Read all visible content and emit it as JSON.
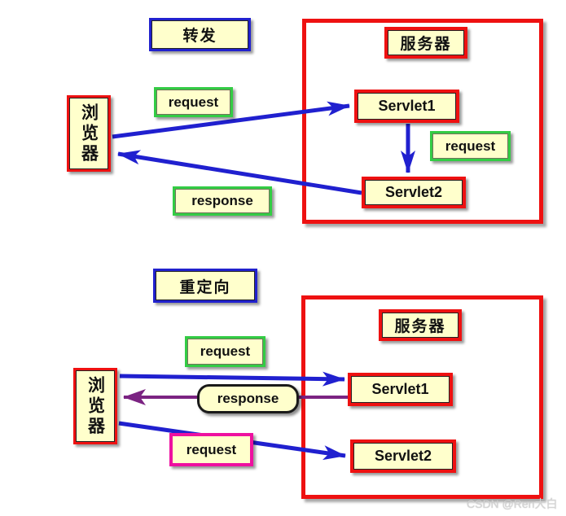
{
  "colors": {
    "paper": "#FFFFCC",
    "blue": "#2121CE",
    "red": "#EE1111",
    "green": "#33CC44",
    "magenta": "#EE10A0",
    "purple": "#7B2382",
    "arrow_blue": "#2020CF",
    "watermark": "#D4D4D4"
  },
  "sections": {
    "forward": {
      "title": "转发",
      "browser_label": "浏览器",
      "server_label": "服务器",
      "servlet1": "Servlet1",
      "servlet2": "Servlet2",
      "request_label": "request",
      "internal_request_label": "request",
      "response_label": "response"
    },
    "redirect": {
      "title": "重定向",
      "browser_label": "浏览器",
      "server_label": "服务器",
      "servlet1": "Servlet1",
      "servlet2": "Servlet2",
      "request1_label": "request",
      "response_label": "response",
      "request2_label": "request"
    }
  },
  "watermark": {
    "text": "CSDN @Ren大白"
  }
}
